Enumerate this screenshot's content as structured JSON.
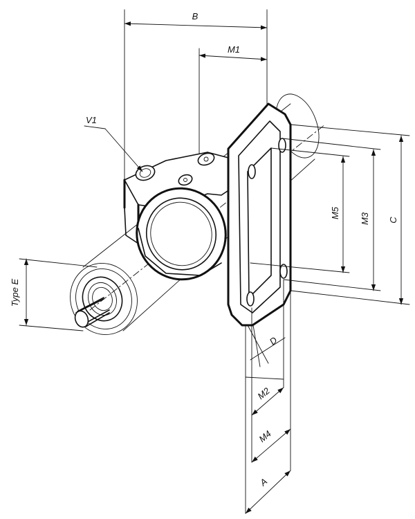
{
  "drawing": {
    "labels": {
      "B": "B",
      "M1": "M1",
      "V1": "V1",
      "type_e": "Type E",
      "M5": "M5",
      "M3": "M3",
      "C": "C",
      "D": "D",
      "M2": "M2",
      "M4": "M4",
      "A": "A"
    },
    "colors": {
      "ink": "#111111",
      "background": "#ffffff"
    }
  }
}
